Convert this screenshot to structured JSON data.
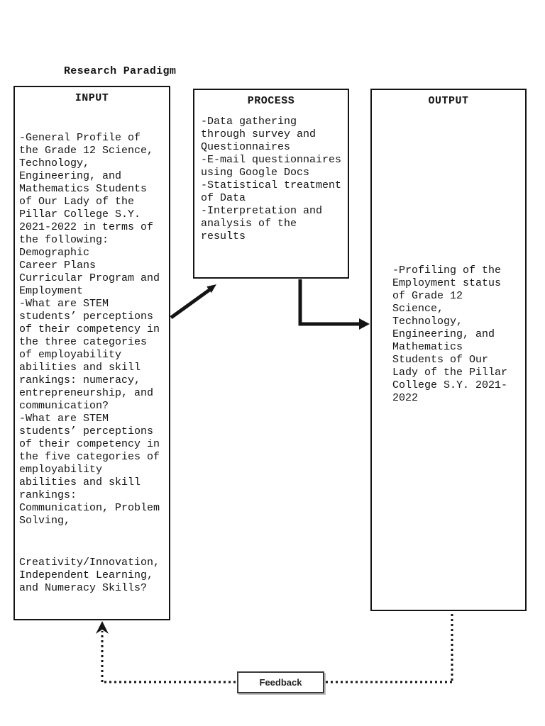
{
  "page": {
    "title": "Research Paradigm"
  },
  "boxes": {
    "input": {
      "header": "INPUT",
      "body1": "-General Profile of\nthe Grade 12 Science,\nTechnology,\nEngineering, and\nMathematics Students\nof Our Lady of the\nPillar College S.Y.\n2021-2022 in terms of\nthe following:\nDemographic\nCareer Plans\nCurricular Program and\nEmployment\n-What are STEM\nstudents’ perceptions\nof their competency in\nthe three categories\nof employability\nabilities and skill\nrankings: numeracy,\nentrepreneurship, and\ncommunication?\n-What are STEM\nstudents’ perceptions\nof their competency in\nthe five categories of\nemployability\nabilities and skill\nrankings:\nCommunication, Problem\nSolving,",
      "body2": "Creativity/Innovation,\nIndependent Learning,\nand Numeracy Skills?"
    },
    "process": {
      "header": "PROCESS",
      "body": "-Data gathering\nthrough survey and\nQuestionnaires\n-E-mail questionnaires\nusing Google Docs\n-Statistical treatment\nof Data\n-Interpretation and\nanalysis of the\nresults"
    },
    "output": {
      "header": "OUTPUT",
      "body": "-Profiling of the\nEmployment status\nof Grade 12\nScience,\nTechnology,\nEngineering, and\nMathematics\nStudents of Our\nLady of the Pillar\nCollege S.Y. 2021-\n2022"
    },
    "feedback": {
      "label": "Feedback"
    }
  },
  "colors": {
    "ink": "#141414",
    "background": "#ffffff"
  }
}
